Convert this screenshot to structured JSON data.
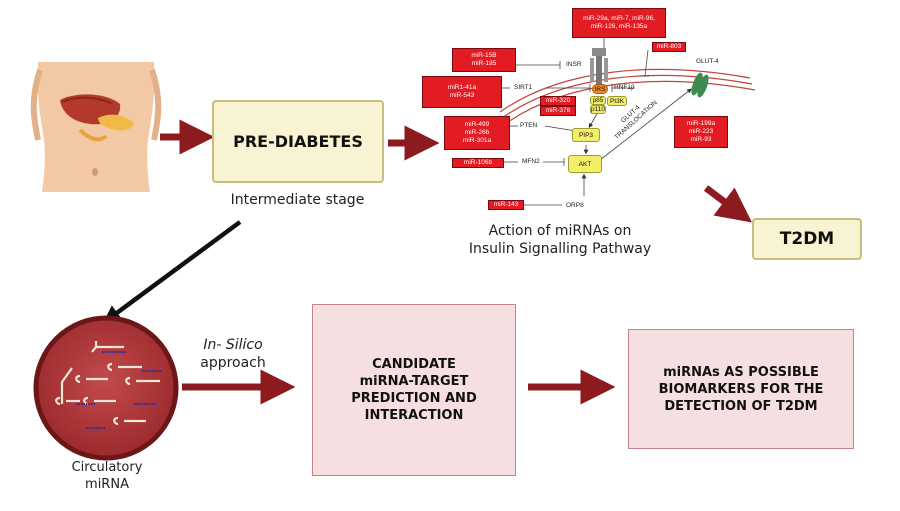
{
  "nodes": {
    "prediabetes": {
      "title": "PRE-DIABETES",
      "caption": "Intermediate stage"
    },
    "pathway_caption": [
      "Action of miRNAs on",
      "Insulin Signalling Pathway"
    ],
    "t2dm": "T2DM",
    "circulatory_caption": [
      "Circulatory",
      "miRNA"
    ],
    "insilico": {
      "italic": "In- Silico",
      "rest": "approach"
    },
    "candidate": [
      "CANDIDATE",
      "miRNA-TARGET",
      "PREDICTION AND",
      "INTERACTION"
    ],
    "biomarkers": [
      "miRNAs AS POSSIBLE",
      "BIOMARKERS FOR THE",
      "DETECTION OF T2DM"
    ]
  },
  "pathway": {
    "mirnas": {
      "m1": [
        "miR-29a, miR-7, miR-96,",
        "miR-126, miR-135a"
      ],
      "m2": "miR-803",
      "m3": [
        "miR-15B",
        "miR-195"
      ],
      "m4": [
        "miR1-41a",
        "miR-543"
      ],
      "m5": "miR-320",
      "m6": "miR-378",
      "m7": [
        "miR-499",
        "miR-26b",
        "miR-301a"
      ],
      "m8": "miR-106b",
      "m9": "miR-143",
      "m10": [
        "miR-199a",
        "miR-223",
        "miR-93"
      ]
    },
    "labels": {
      "insr": "INSR",
      "hnf": "HNF1β",
      "sirt": "SIRT1",
      "pten": "PTEN",
      "mfn": "MFN2",
      "orp": "ORP8",
      "glut4": "GLUT-4",
      "translocation": [
        "GLUT-4",
        "TRANSLOCATION"
      ]
    },
    "nodes": {
      "irs": "IRS",
      "p85": "p85",
      "p110": "p110",
      "pi3k": "PI3K",
      "pip3": "PIP3",
      "akt": "AKT"
    }
  },
  "colors": {
    "arrow": "#8c1b1f",
    "mirna_fill": "#e31b23",
    "box_yellow": "#f8f3d2",
    "box_pink": "#f6dfe0",
    "circle_fill": "#b43a3c",
    "circle_ring": "#6d1618"
  }
}
